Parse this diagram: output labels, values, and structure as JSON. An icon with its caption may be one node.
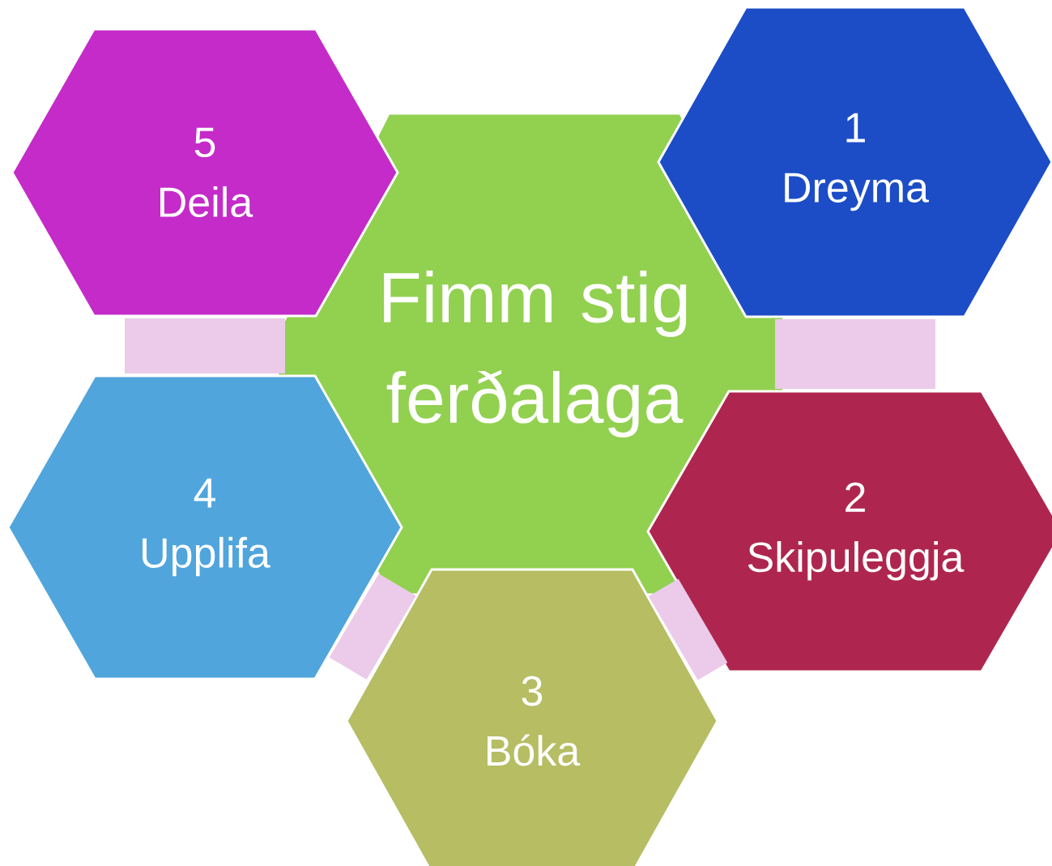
{
  "diagram": {
    "nodes": [
      {
        "text": [
          "Fimm stig ferðalaga"
        ]
      },
      {
        "text": [
          "1",
          "Dreyma"
        ]
      },
      {
        "text": [
          "2",
          "Skipuleggja"
        ]
      },
      {
        "text": [
          "3",
          "Bóka"
        ]
      },
      {
        "text": [
          "4",
          "Upplifa"
        ]
      },
      {
        "text": [
          "5",
          "Deila"
        ]
      }
    ],
    "edges": [
      {
        "from": 1,
        "to": 2,
        "arrow": "none"
      },
      {
        "from": 2,
        "to": 3,
        "arrow": "none"
      },
      {
        "from": 3,
        "to": 4,
        "arrow": "none"
      },
      {
        "from": 4,
        "to": 5,
        "arrow": "none"
      }
    ]
  }
}
